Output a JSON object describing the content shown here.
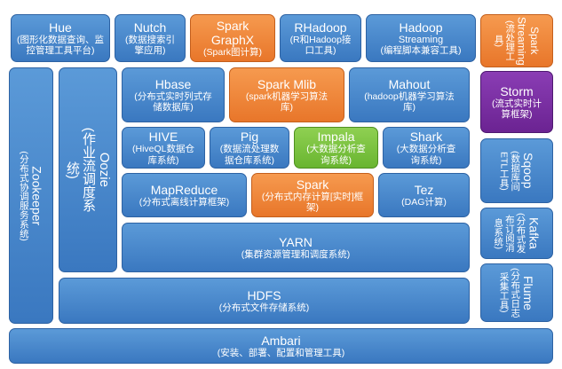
{
  "boxes": {
    "hue": {
      "name": "Hue",
      "desc": "(图形化数据查询、监控管理工具平台)"
    },
    "nutch": {
      "name": "Nutch",
      "desc": "(数据搜索引擎应用)"
    },
    "spark_graphx": {
      "name": "Spark GraphX",
      "desc": "(Spark图计算)"
    },
    "rhadoop": {
      "name": "RHadoop",
      "desc": "(R和Hadoop接口工具)"
    },
    "hadoop_streaming": {
      "name": "Hadoop",
      "name2": "Streaming",
      "desc": "(编程脚本兼容工具)"
    },
    "spark_streaming": {
      "name": "Spark Streaming",
      "desc": "(流处理工具)"
    },
    "zookeeper": {
      "name": "Zookeeper",
      "desc": "(分布式协调服务系统)"
    },
    "oozie": {
      "name": "Oozie",
      "desc": "(作业流调度系统)"
    },
    "hbase": {
      "name": "Hbase",
      "desc": "(分布式实时列式存储数据库)"
    },
    "spark_mlib": {
      "name": "Spark Mlib",
      "desc": "(spark机器学习算法库)"
    },
    "mahout": {
      "name": "Mahout",
      "desc": "(hadoop机器学习算法库)"
    },
    "storm": {
      "name": "Storm",
      "desc": "(流式实时计算框架)"
    },
    "hive": {
      "name": "HIVE",
      "desc": "(HiveQL数据仓库系统)"
    },
    "pig": {
      "name": "Pig",
      "desc": "(数据流处理数据仓库系统)"
    },
    "impala": {
      "name": "Impala",
      "desc": "(大数据分析查询系统)"
    },
    "shark": {
      "name": "Shark",
      "desc": "(大数据分析查询系统)"
    },
    "sqoop": {
      "name": "Sqoop",
      "desc": "(数据库间ETL工具)"
    },
    "mapreduce": {
      "name": "MapReduce",
      "desc": "(分布式离线计算框架)"
    },
    "spark": {
      "name": "Spark",
      "desc": "(分布式内存计算[实时]框架)"
    },
    "tez": {
      "name": "Tez",
      "desc": "(DAG计算)"
    },
    "kafka": {
      "name": "Kafka",
      "desc": "(分布式发布订阅消息系统)"
    },
    "yarn": {
      "name": "YARN",
      "desc": "(集群资源管理和调度系统)"
    },
    "flume": {
      "name": "Flume",
      "desc": "(分布式日志采集工具)"
    },
    "hdfs": {
      "name": "HDFS",
      "desc": "(分布式文件存储系统)"
    },
    "ambari": {
      "name": "Ambari",
      "desc": "(安装、部署、配置和管理工具)"
    }
  }
}
